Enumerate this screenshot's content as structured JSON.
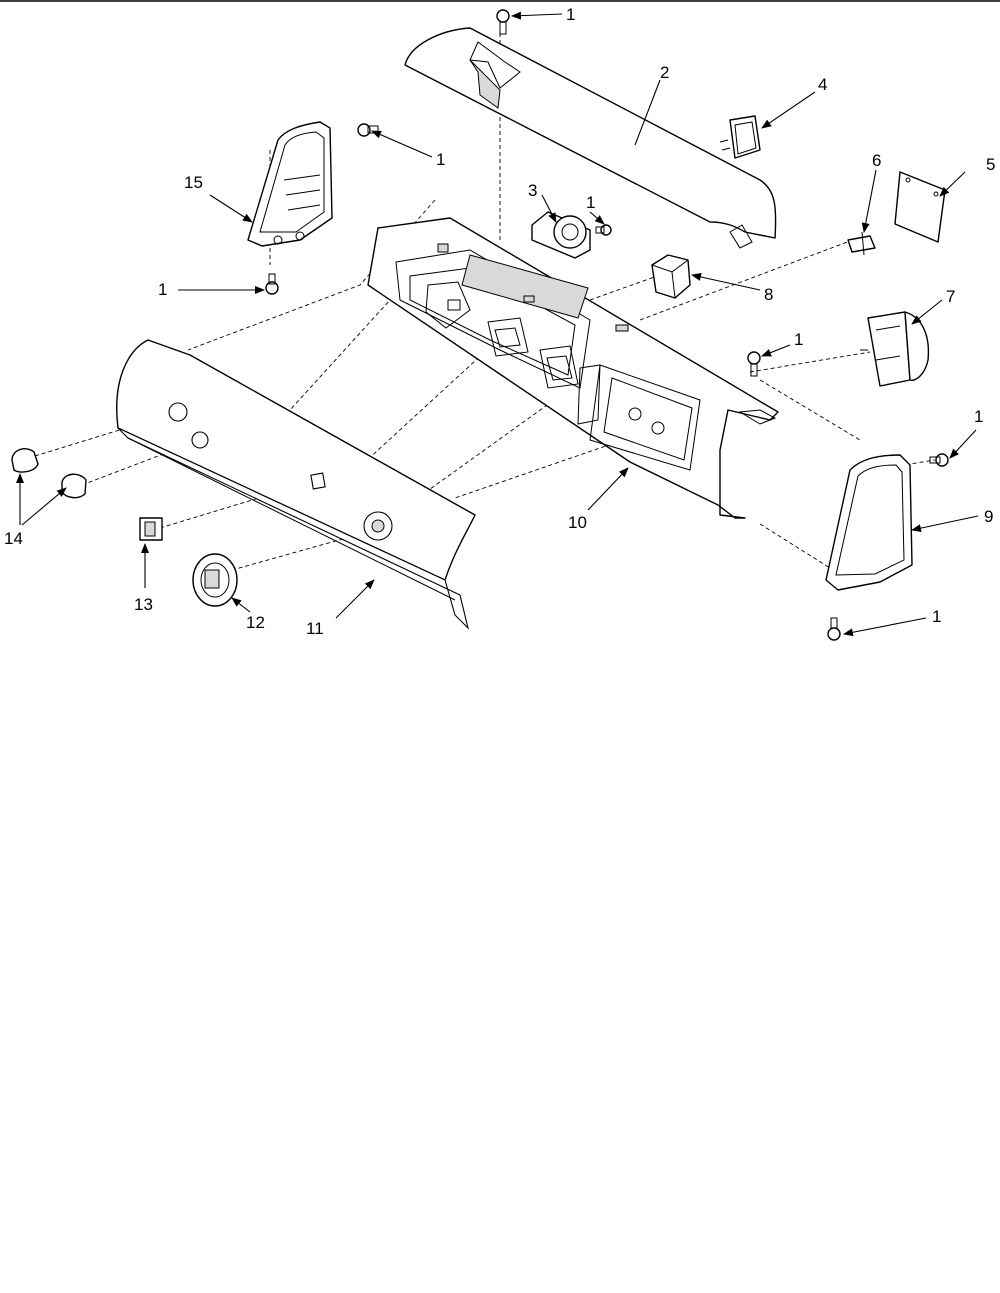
{
  "callouts": [
    "1",
    "2",
    "3",
    "4",
    "5",
    "6",
    "7",
    "8",
    "9",
    "10",
    "11",
    "12",
    "13",
    "14",
    "15"
  ],
  "colors": {
    "ink": "#000000",
    "paper": "#ffffff",
    "shade": "#d9d9d9"
  }
}
